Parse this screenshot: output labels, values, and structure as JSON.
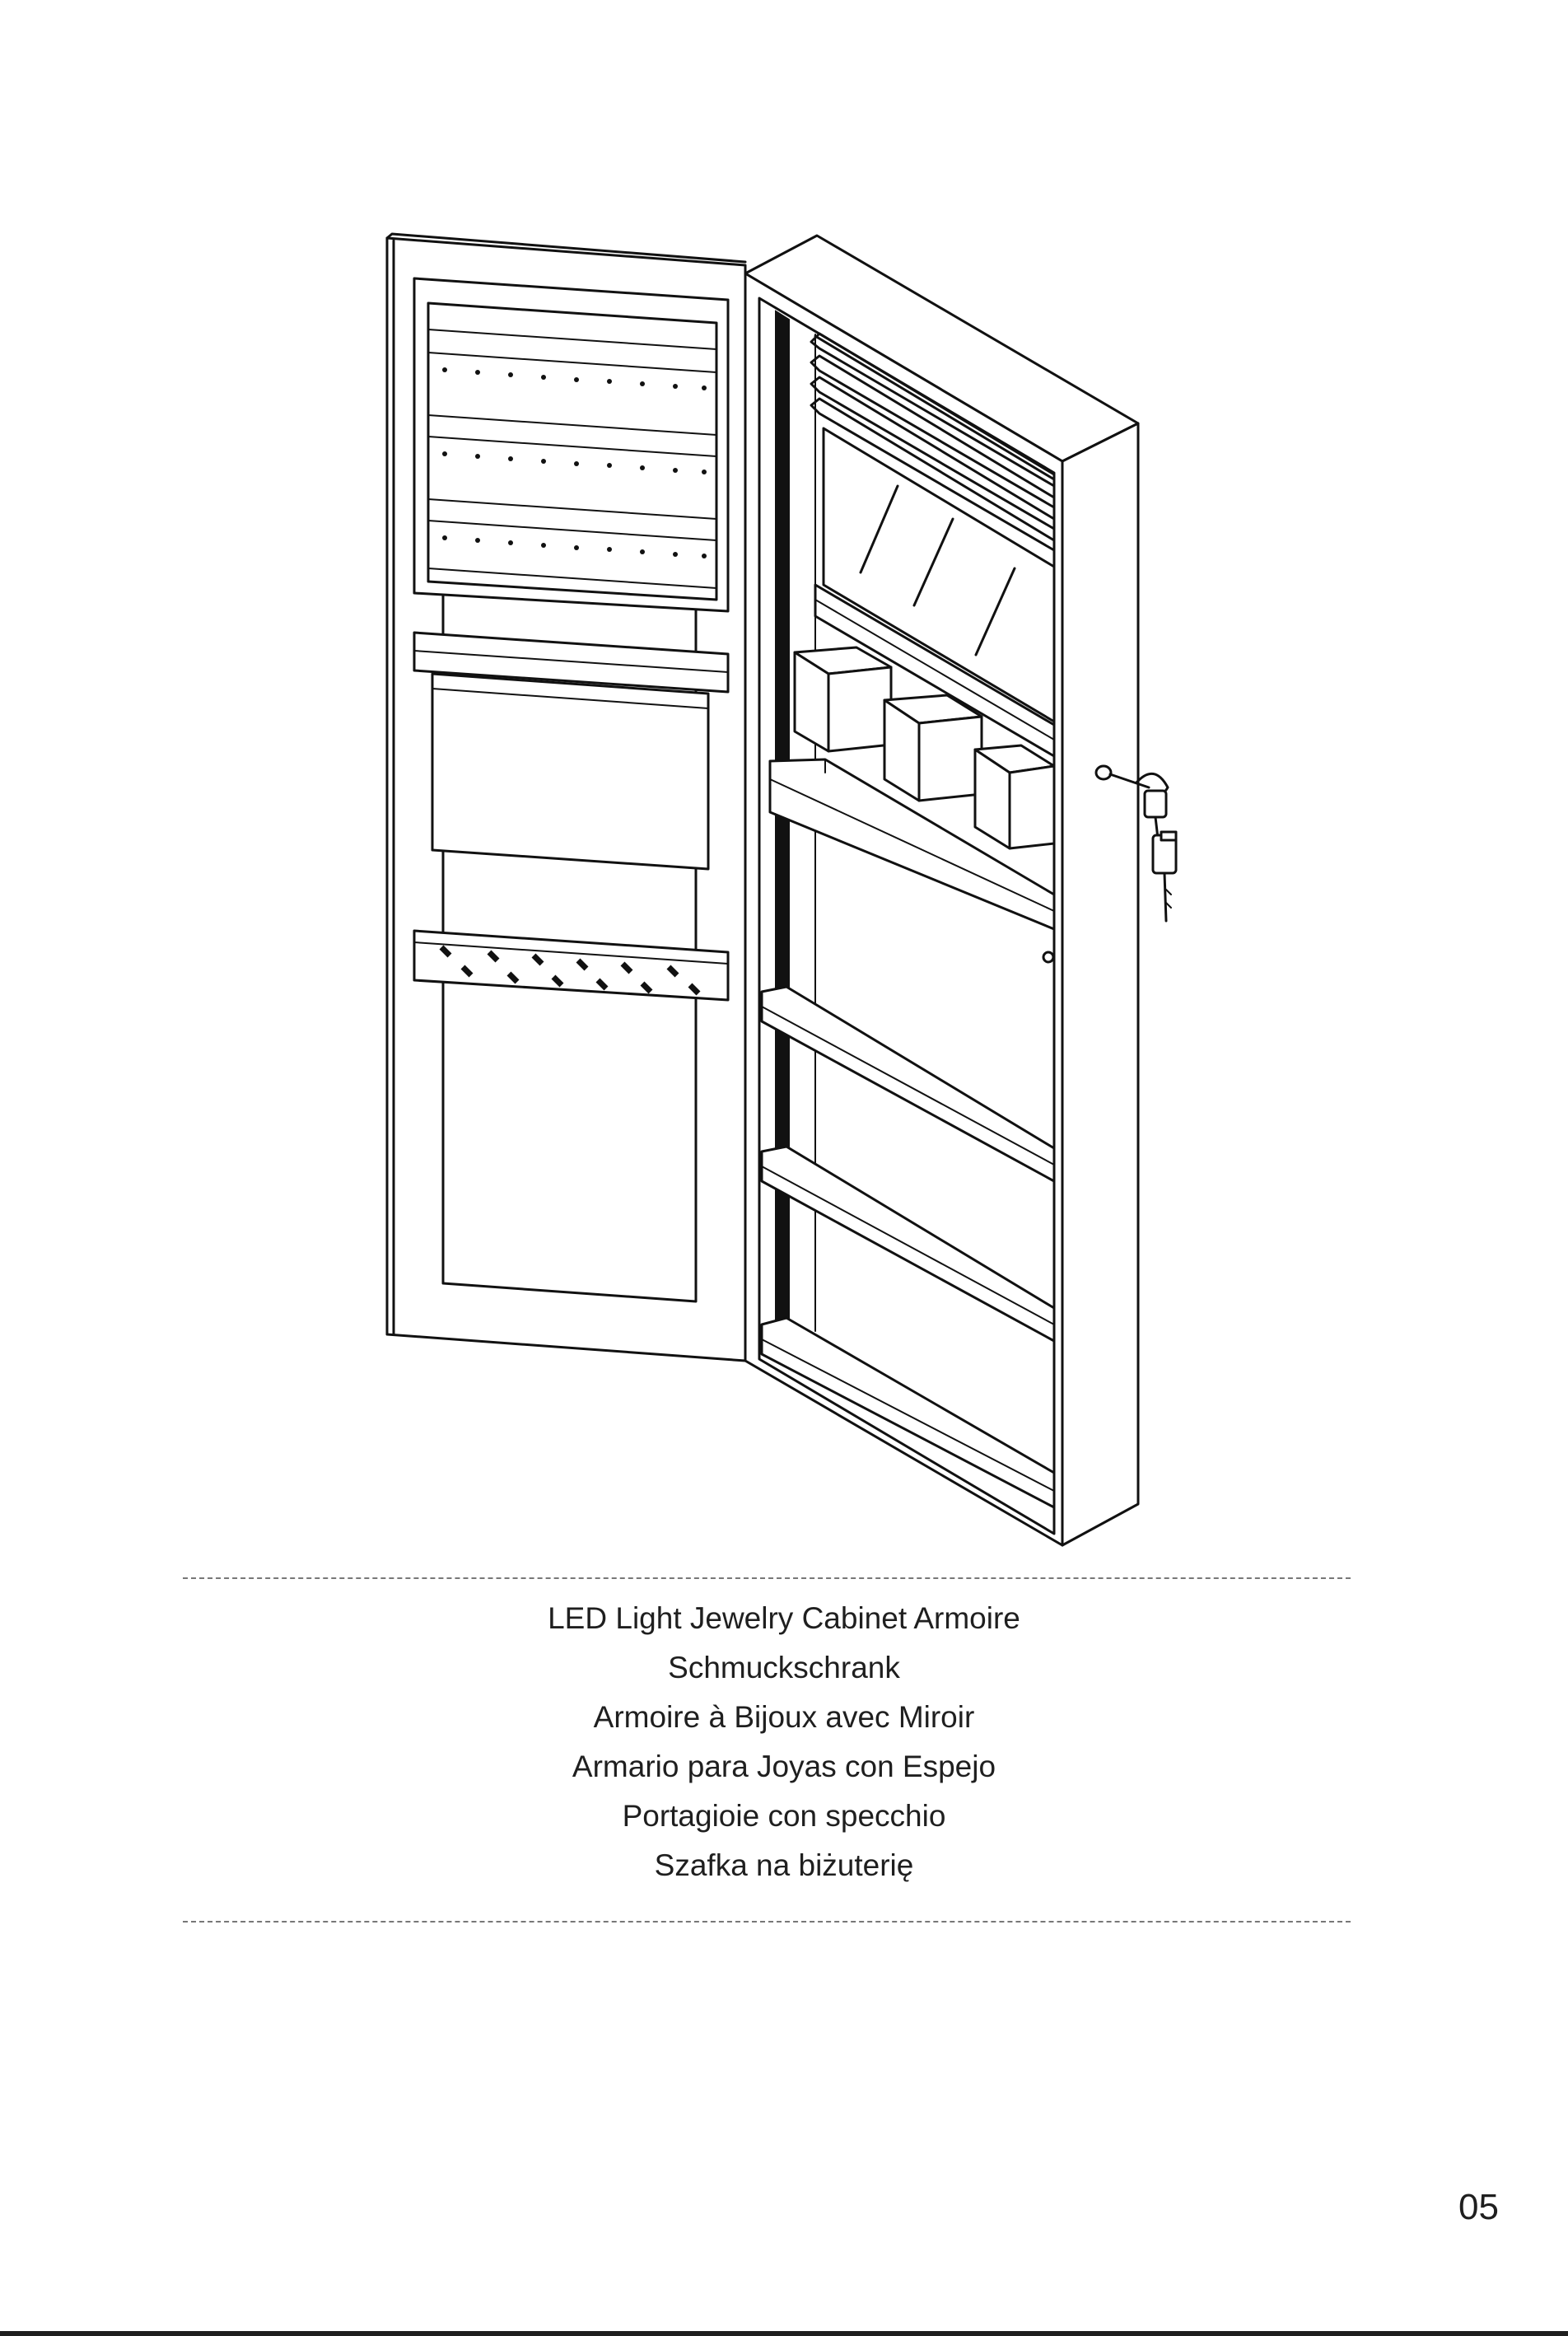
{
  "illustration_icon": "jewelry-cabinet-open-line-drawing",
  "titles": [
    "LED Light Jewelry Cabinet Armoire",
    "Schmuckschrank",
    "Armoire à Bijoux avec Miroir",
    "Armario para Joyas con Espejo",
    "Portagioie con specchio",
    "Szafka na biżuterię"
  ],
  "page_number": "05",
  "colors": {
    "line": "#111111",
    "background": "#ffffff"
  }
}
